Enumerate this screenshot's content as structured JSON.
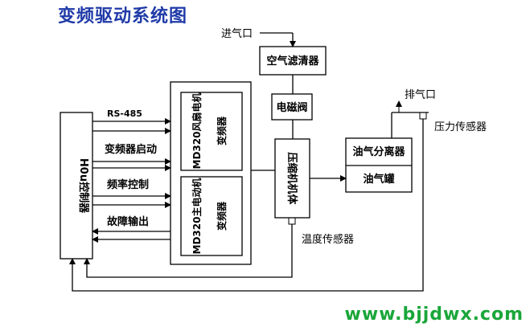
{
  "title": "变频驱动系统图",
  "watermark": "www.bjjdwx.com",
  "labels": {
    "air_inlet": "进气口",
    "air_filter": "空气滤清器",
    "solenoid_valve": "电磁阀",
    "compressor": "压缩机机体",
    "oil_separator": "油气分离器",
    "oil_tank": "油气罐",
    "exhaust": "排气口",
    "pressure_sensor": "压力传感器",
    "temp_sensor": "温度传感器",
    "fan_inverter_a": "MD320风扇电机",
    "fan_inverter_b": "变频器",
    "main_inverter_a": "MD320主电动机",
    "main_inverter_b": "变频器",
    "controller": "H0u控制器",
    "sig_rs485": "RS-485",
    "sig_start": "变频器启动",
    "sig_freq": "频率控制",
    "sig_fault": "故障输出"
  },
  "colors": {
    "title": "#1f3aa8",
    "watermark": "#1aa63a",
    "line": "#000000"
  }
}
